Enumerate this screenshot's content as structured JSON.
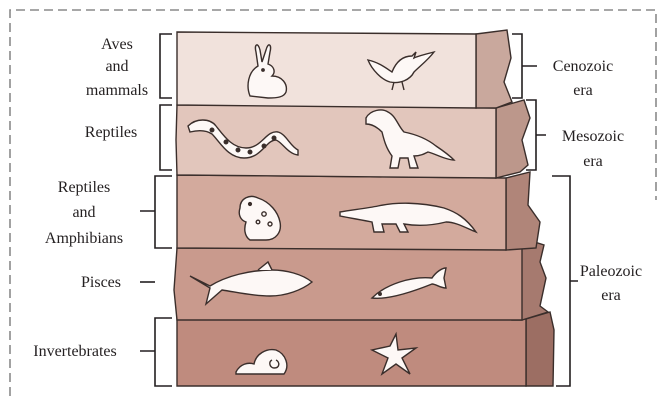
{
  "colors": {
    "frame": "#8a8a8a",
    "outline": "#3a2e2b",
    "layer_fronts": [
      "#f1e2dc",
      "#e2c6bc",
      "#d3aa9d",
      "#c99a8d",
      "#bf8b7e"
    ],
    "layer_sides": [
      "#c9a89d",
      "#bc978b",
      "#b08579",
      "#a67a6f",
      "#9c6e63"
    ],
    "animal_fill": "#fdf8f6"
  },
  "layers": [
    {
      "left_label": [
        "Aves",
        "and",
        "mammals"
      ],
      "animals": [
        "rabbit",
        "bird"
      ]
    },
    {
      "left_label": [
        "Reptiles"
      ],
      "animals": [
        "snake",
        "dinosaur"
      ]
    },
    {
      "left_label": [
        "Reptiles",
        "and",
        "Amphibians"
      ],
      "animals": [
        "frog",
        "crocodile"
      ]
    },
    {
      "left_label": [
        "Pisces"
      ],
      "animals": [
        "shark",
        "fish"
      ]
    },
    {
      "left_label": [
        "Invertebrates"
      ],
      "animals": [
        "snail",
        "starfish"
      ]
    }
  ],
  "eras": [
    {
      "label": [
        "Cenozoic",
        "era"
      ]
    },
    {
      "label": [
        "Mesozoic",
        "era"
      ]
    },
    {
      "label": [
        "Paleozoic",
        "era"
      ]
    }
  ]
}
